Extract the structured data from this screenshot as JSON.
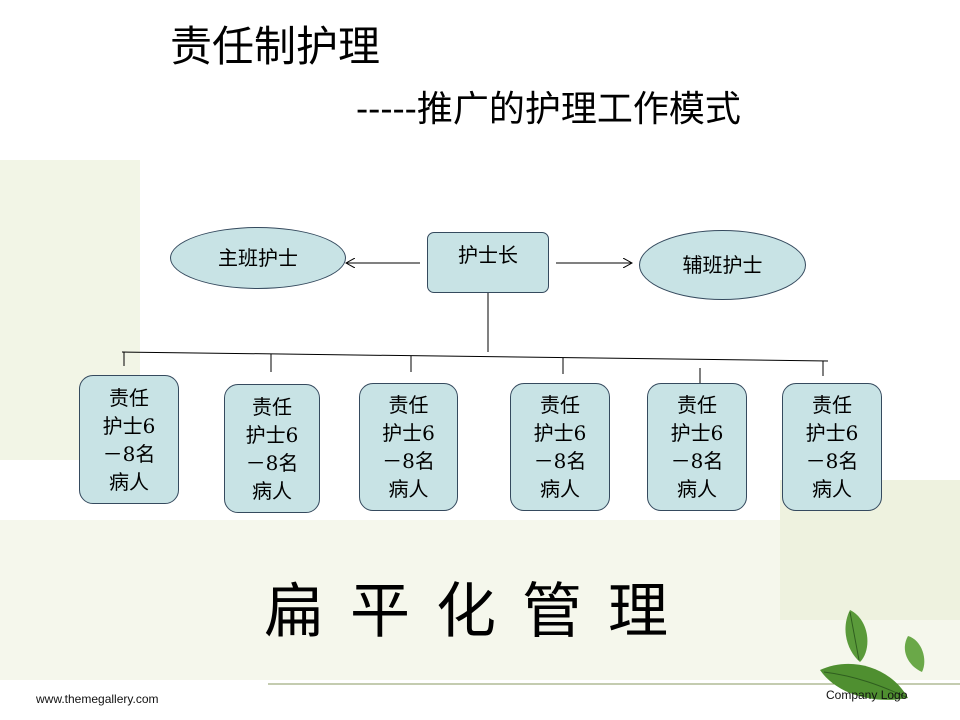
{
  "header": {
    "title": "责任制护理",
    "subtitle": "-----推广的护理工作模式"
  },
  "diagram": {
    "head_nurse": "护士长",
    "lead_nurse": "主班护士",
    "assistant_nurse": "辅班护士",
    "responsible_nurses": [
      [
        "责任",
        "护士6",
        "－8名",
        "病人"
      ],
      [
        "责任",
        "护士6",
        "－8名",
        "病人"
      ],
      [
        "责任",
        "护士6",
        "－8名",
        "病人"
      ],
      [
        "责任",
        "护士6",
        "－8名",
        "病人"
      ],
      [
        "责任",
        "护士6",
        "－8名",
        "病人"
      ],
      [
        "责任",
        "护士6",
        "－8名",
        "病人"
      ]
    ],
    "colors": {
      "node_fill": "#c8e3e5",
      "node_border": "#354a5e"
    }
  },
  "motto": "扁平化管理",
  "footer": {
    "website": "www.themegallery.com",
    "logo_text": "Company Logo"
  }
}
